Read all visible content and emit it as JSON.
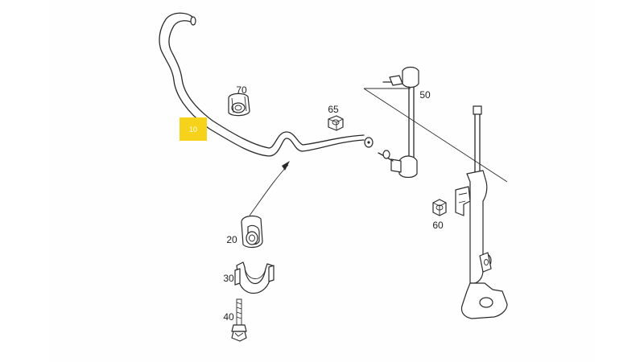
{
  "diagram": {
    "parts": {
      "sway_bar": {
        "label": "10",
        "highlight_color": "#f7d21a"
      },
      "bushing_upper": {
        "label": "70"
      },
      "nut_small": {
        "label": "65"
      },
      "link": {
        "label": "50"
      },
      "nut_link": {
        "label": "60"
      },
      "bushing": {
        "label": "20"
      },
      "bracket": {
        "label": "30"
      },
      "bolt": {
        "label": "40"
      }
    }
  }
}
